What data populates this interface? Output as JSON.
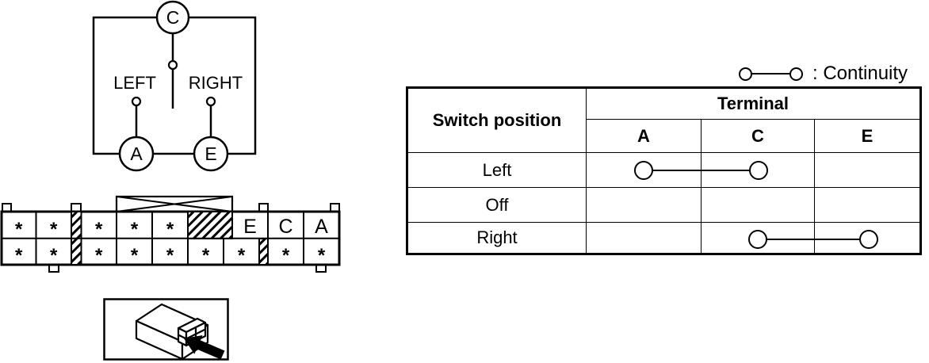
{
  "circuit": {
    "top_terminal": "C",
    "left_position_label": "LEFT",
    "right_position_label": "RIGHT",
    "left_terminal": "A",
    "right_terminal": "E"
  },
  "connector": {
    "top_row_cells": [
      "*",
      "*",
      "*",
      "*",
      "*",
      "E",
      "C",
      "A"
    ],
    "bottom_row_cells": [
      "*",
      "*",
      "*",
      "*",
      "*",
      "*",
      "*",
      "*",
      "*"
    ]
  },
  "legend": {
    "label": ": Continuity"
  },
  "table": {
    "switch_position_header": "Switch position",
    "terminal_header": "Terminal",
    "terminal_columns": [
      "A",
      "C",
      "E"
    ],
    "rows": [
      {
        "label": "Left",
        "continuity_between": [
          "A",
          "C"
        ]
      },
      {
        "label": "Off",
        "continuity_between": []
      },
      {
        "label": "Right",
        "continuity_between": [
          "C",
          "E"
        ]
      }
    ]
  },
  "colors": {
    "foreground": "#000000",
    "background": "#ffffff"
  }
}
